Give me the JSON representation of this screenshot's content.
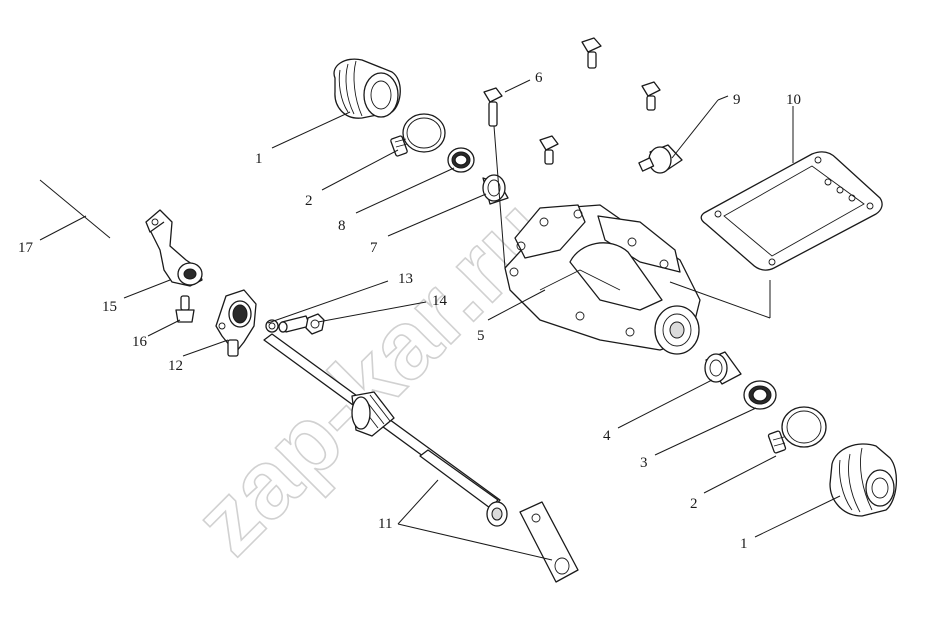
{
  "watermark": "zap-kar.ru",
  "callouts": {
    "c1a": "1",
    "c1b": "1",
    "c2a": "2",
    "c2b": "2",
    "c3": "3",
    "c4": "4",
    "c5": "5",
    "c6": "6",
    "c7": "7",
    "c8": "8",
    "c9": "9",
    "c10": "10",
    "c11": "11",
    "c12": "12",
    "c13": "13",
    "c14": "14",
    "c15": "15",
    "c16": "16",
    "c17": "17"
  }
}
